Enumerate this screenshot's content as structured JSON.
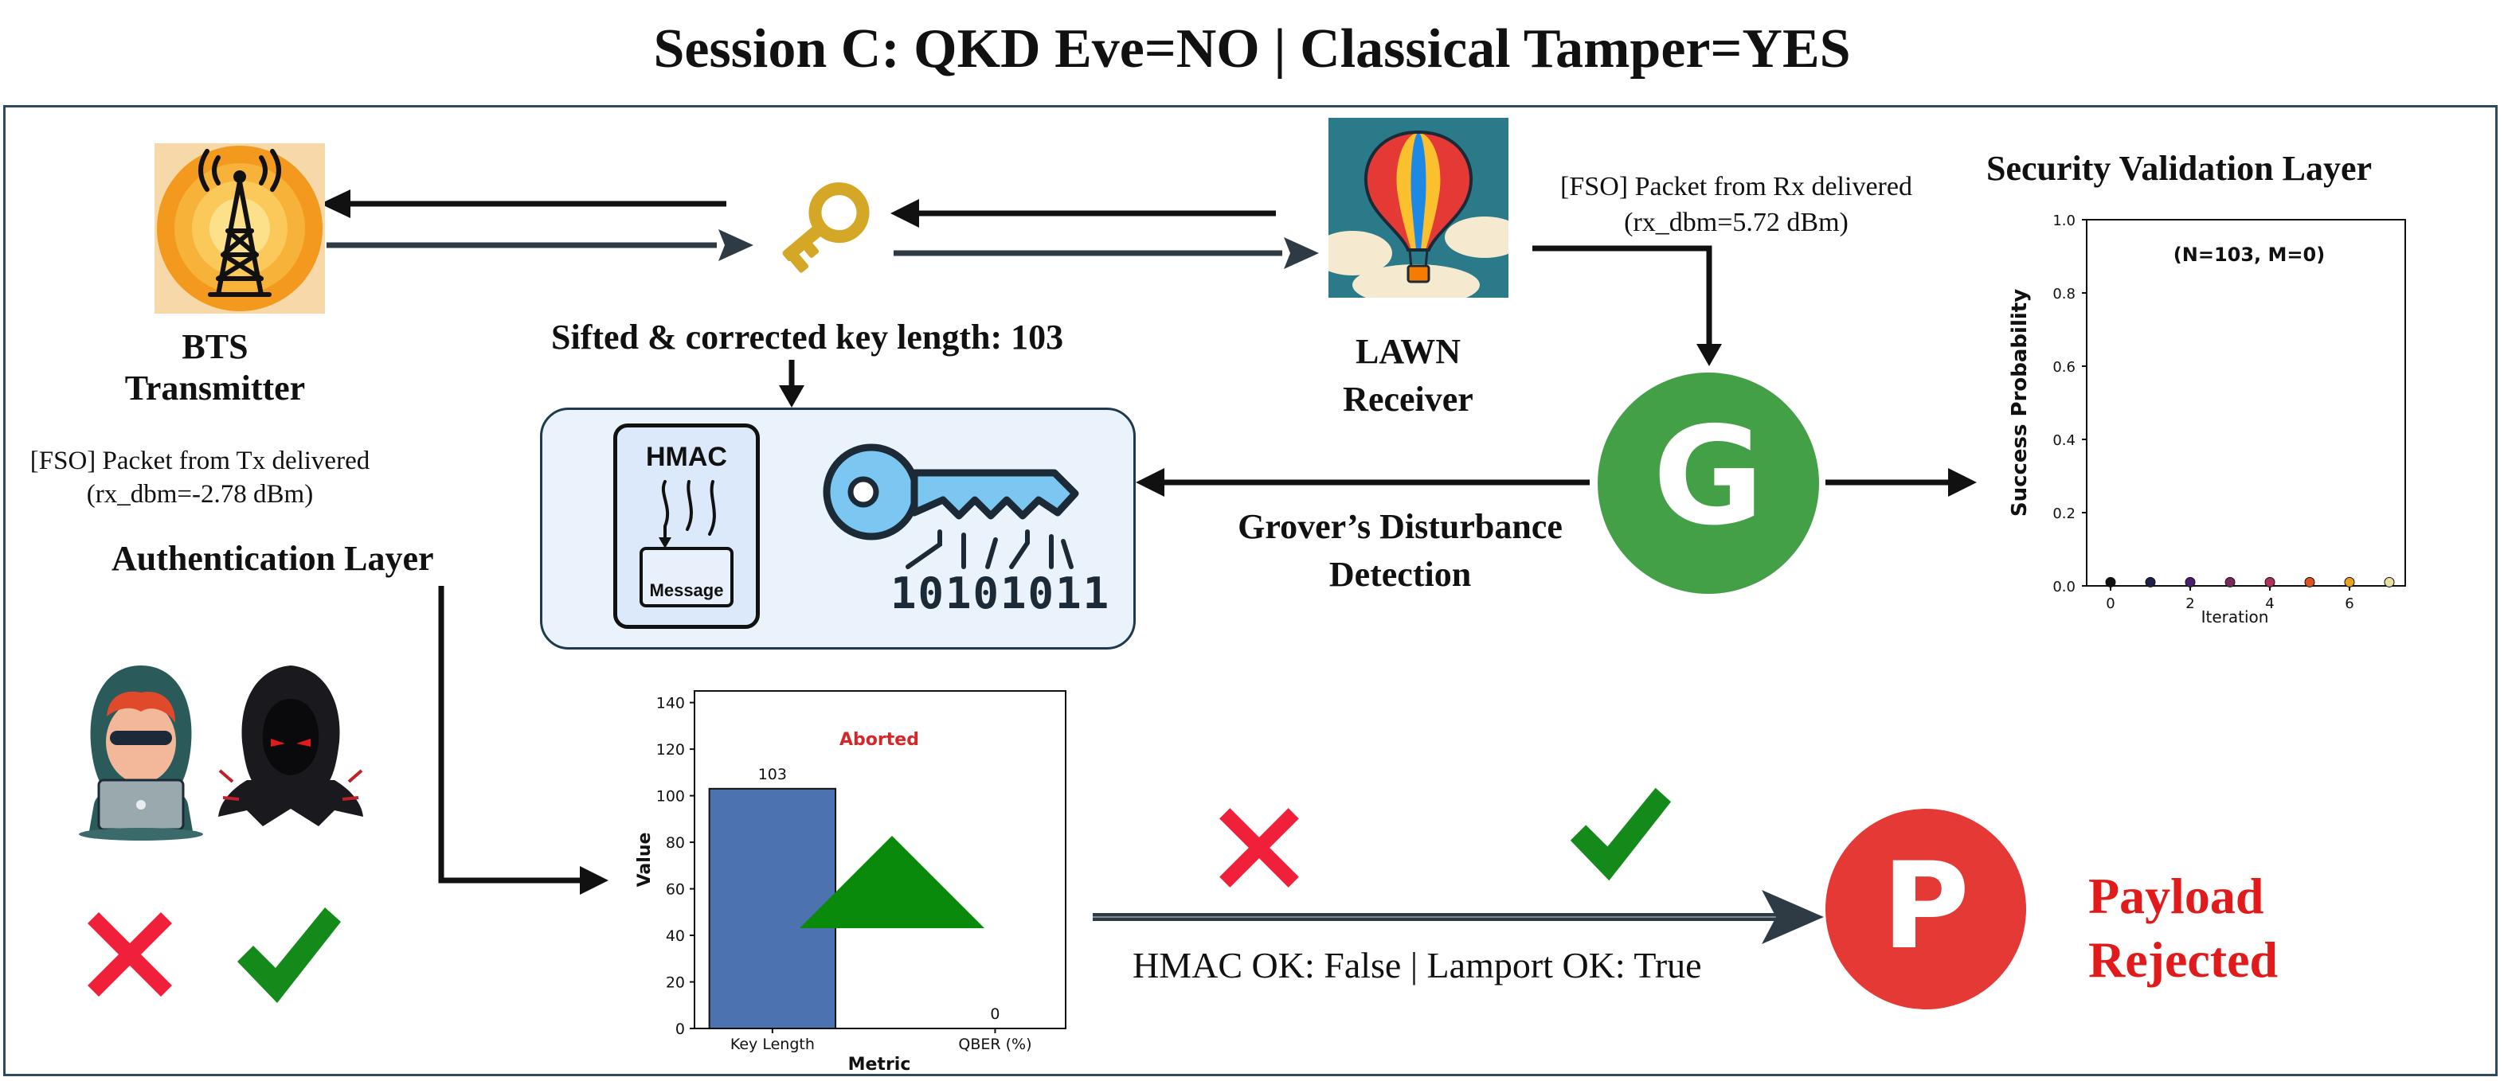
{
  "title": "Session C: QKD Eve=NO | Classical Tamper=YES",
  "transmitter": {
    "name_line1": "BTS",
    "name_line2": "Transmitter",
    "fso_line1": "[FSO] Packet from Tx delivered",
    "fso_line2": "(rx_dbm=-2.78 dBm)"
  },
  "receiver": {
    "name_line1": "LAWN",
    "name_line2": "Receiver",
    "fso_line1": "[FSO] Packet from Rx delivered",
    "fso_line2": "(rx_dbm=5.72 dBm)"
  },
  "key_length_text": "Sifted & corrected key length: 103",
  "auth_layer": "Authentication Layer",
  "hmac_card": {
    "title": "HMAC",
    "message": "Message"
  },
  "binary_text": "10101011",
  "grover": {
    "letter": "G",
    "label_line1": "Grover’s Disturbance",
    "label_line2": "Detection"
  },
  "security_layer": "Security Validation Layer",
  "hmac_status": "HMAC OK: False | Lamport OK: True",
  "payload": {
    "letter": "P",
    "line1": "Payload",
    "line2": "Rejected"
  },
  "colors": {
    "accent_green": "#43a047",
    "reject_red": "#e53935",
    "check_green": "#138a1a",
    "cross_red": "#f0203a",
    "bar_blue": "#4c72b0",
    "triangle_green": "#0a8a0a",
    "aborted_red": "#d62728"
  },
  "icons": [
    "tower-icon",
    "key-icon",
    "hot-air-balloon-icon",
    "hmac-document-icon",
    "digital-key-icon",
    "hacker-icon",
    "hooded-attacker-icon",
    "cross-icon",
    "check-icon"
  ],
  "chart_data": [
    {
      "type": "scatter",
      "annotation": "(N=103, M=0)",
      "xlabel": "Iteration",
      "ylabel": "Success Probability",
      "xlim": [
        -0.6,
        7.4
      ],
      "ylim": [
        0.0,
        1.0
      ],
      "x_ticks": [
        0,
        2,
        4,
        6
      ],
      "x_tick_labels": [
        "0",
        "2",
        "4",
        "6"
      ],
      "y_ticks": [
        0.0,
        0.2,
        0.4,
        0.6,
        0.8,
        1.0
      ],
      "y_tick_labels": [
        "0.0",
        "0.2",
        "0.4",
        "0.6",
        "0.8",
        "1.0"
      ],
      "grid": false,
      "x": [
        0,
        1,
        2,
        3,
        4,
        5,
        6,
        7
      ],
      "y": [
        0.01,
        0.01,
        0.01,
        0.01,
        0.01,
        0.01,
        0.01,
        0.01
      ],
      "point_colors": [
        "#111111",
        "#1f1f4a",
        "#4b1f6f",
        "#7a2a5a",
        "#b0325a",
        "#d9541e",
        "#e8a21e",
        "#e8e0a0"
      ]
    },
    {
      "type": "bar",
      "annotation": "Aborted",
      "xlabel": "Metric",
      "ylabel": "Value",
      "categories": [
        "Key Length",
        "QBER (%)"
      ],
      "values": [
        103,
        0
      ],
      "value_labels": [
        "103",
        "0"
      ],
      "ylim": [
        0,
        145
      ],
      "y_ticks": [
        0,
        20,
        40,
        60,
        80,
        100,
        120,
        140
      ],
      "y_tick_labels": [
        "0",
        "20",
        "40",
        "60",
        "80",
        "100",
        "120",
        "140"
      ],
      "grid": false
    }
  ]
}
